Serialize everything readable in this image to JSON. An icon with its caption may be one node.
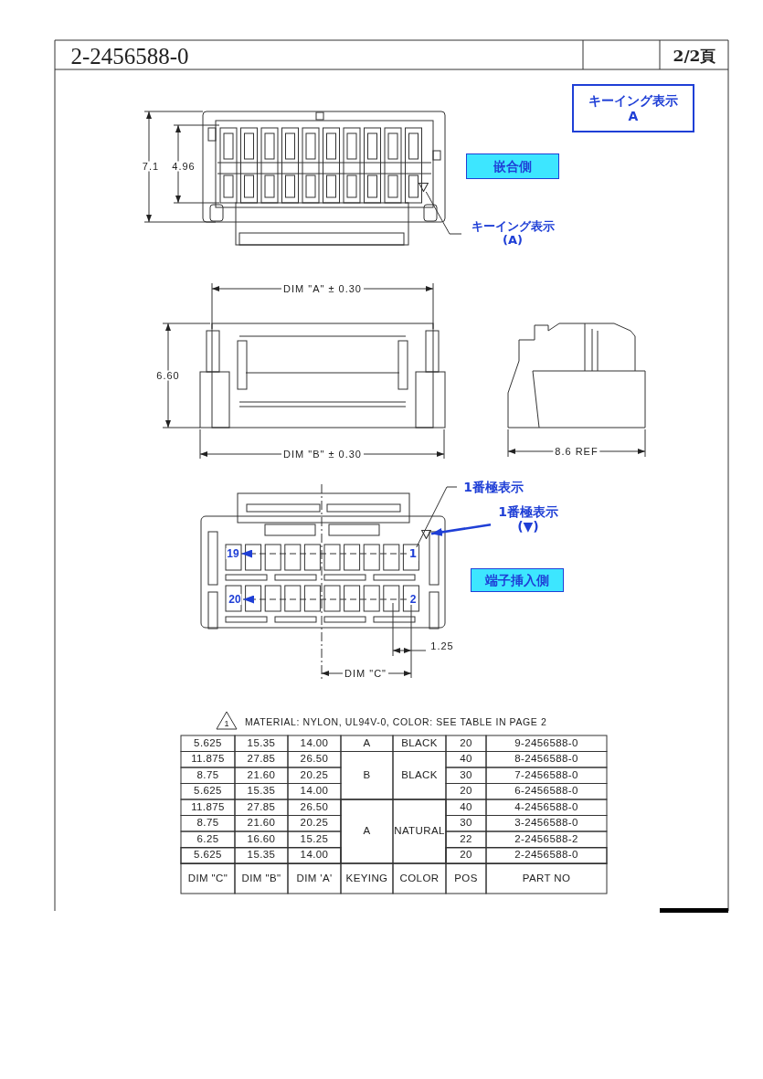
{
  "diagram": {
    "title": "2-2456588-0",
    "nodes": [
      {
        "text": [
          "キーイング表示",
          "A"
        ]
      },
      {
        "text": [
          "嵌合側"
        ]
      },
      {
        "text": [
          "キーイング表示 (A)"
        ]
      },
      {
        "text": [
          "1番極表示"
        ]
      },
      {
        "text": [
          "1番極表示 (▼)"
        ]
      },
      {
        "text": [
          "端子挿入側"
        ]
      },
      {
        "text": [],
        "shape": "triangle"
      },
      {
        "text": [
          "1"
        ]
      },
      {
        "text": [],
        "shape": "triangle"
      }
    ],
    "edges": [
      {
        "from": 2,
        "to": 6,
        "arrow": "none"
      },
      {
        "from": 3,
        "to": 7,
        "arrow": "none"
      },
      {
        "from": 4,
        "to": 8,
        "arrow": "to",
        "color": "#1f3fd6"
      }
    ],
    "labels": [
      "2/2頁",
      "7.1",
      "4.96",
      "DIM \"A\" ± 0.30",
      "6.60",
      "DIM \"B\" ± 0.30",
      "8.6 REF",
      "19",
      "20",
      "2",
      "1.25",
      "DIM \"C\"",
      "1",
      "MATERIAL: NYLON, UL94V-0, COLOR: SEE TABLE IN PAGE 2",
      "5.625",
      "15.35",
      "14.00",
      "A",
      "BLACK",
      "20",
      "9-2456588-0",
      "11.875",
      "27.85",
      "26.50",
      "B",
      "BLACK",
      "40",
      "8-2456588-0",
      "8.75",
      "21.60",
      "20.25",
      "30",
      "7-2456588-0",
      "5.625",
      "15.35",
      "14.00",
      "20",
      "6-2456588-0",
      "11.875",
      "27.85",
      "26.50",
      "A",
      "NATURAL",
      "40",
      "4-2456588-0",
      "8.75",
      "21.60",
      "20.25",
      "30",
      "3-2456588-0",
      "6.25",
      "16.60",
      "15.25",
      "22",
      "2-2456588-2",
      "5.625",
      "15.35",
      "14.00",
      "20",
      "2-2456588-0",
      "DIM \"C\"",
      "DIM \"B\"",
      "DIM 'A'",
      "KEYING",
      "COLOR",
      "POS",
      "PART NO"
    ]
  }
}
